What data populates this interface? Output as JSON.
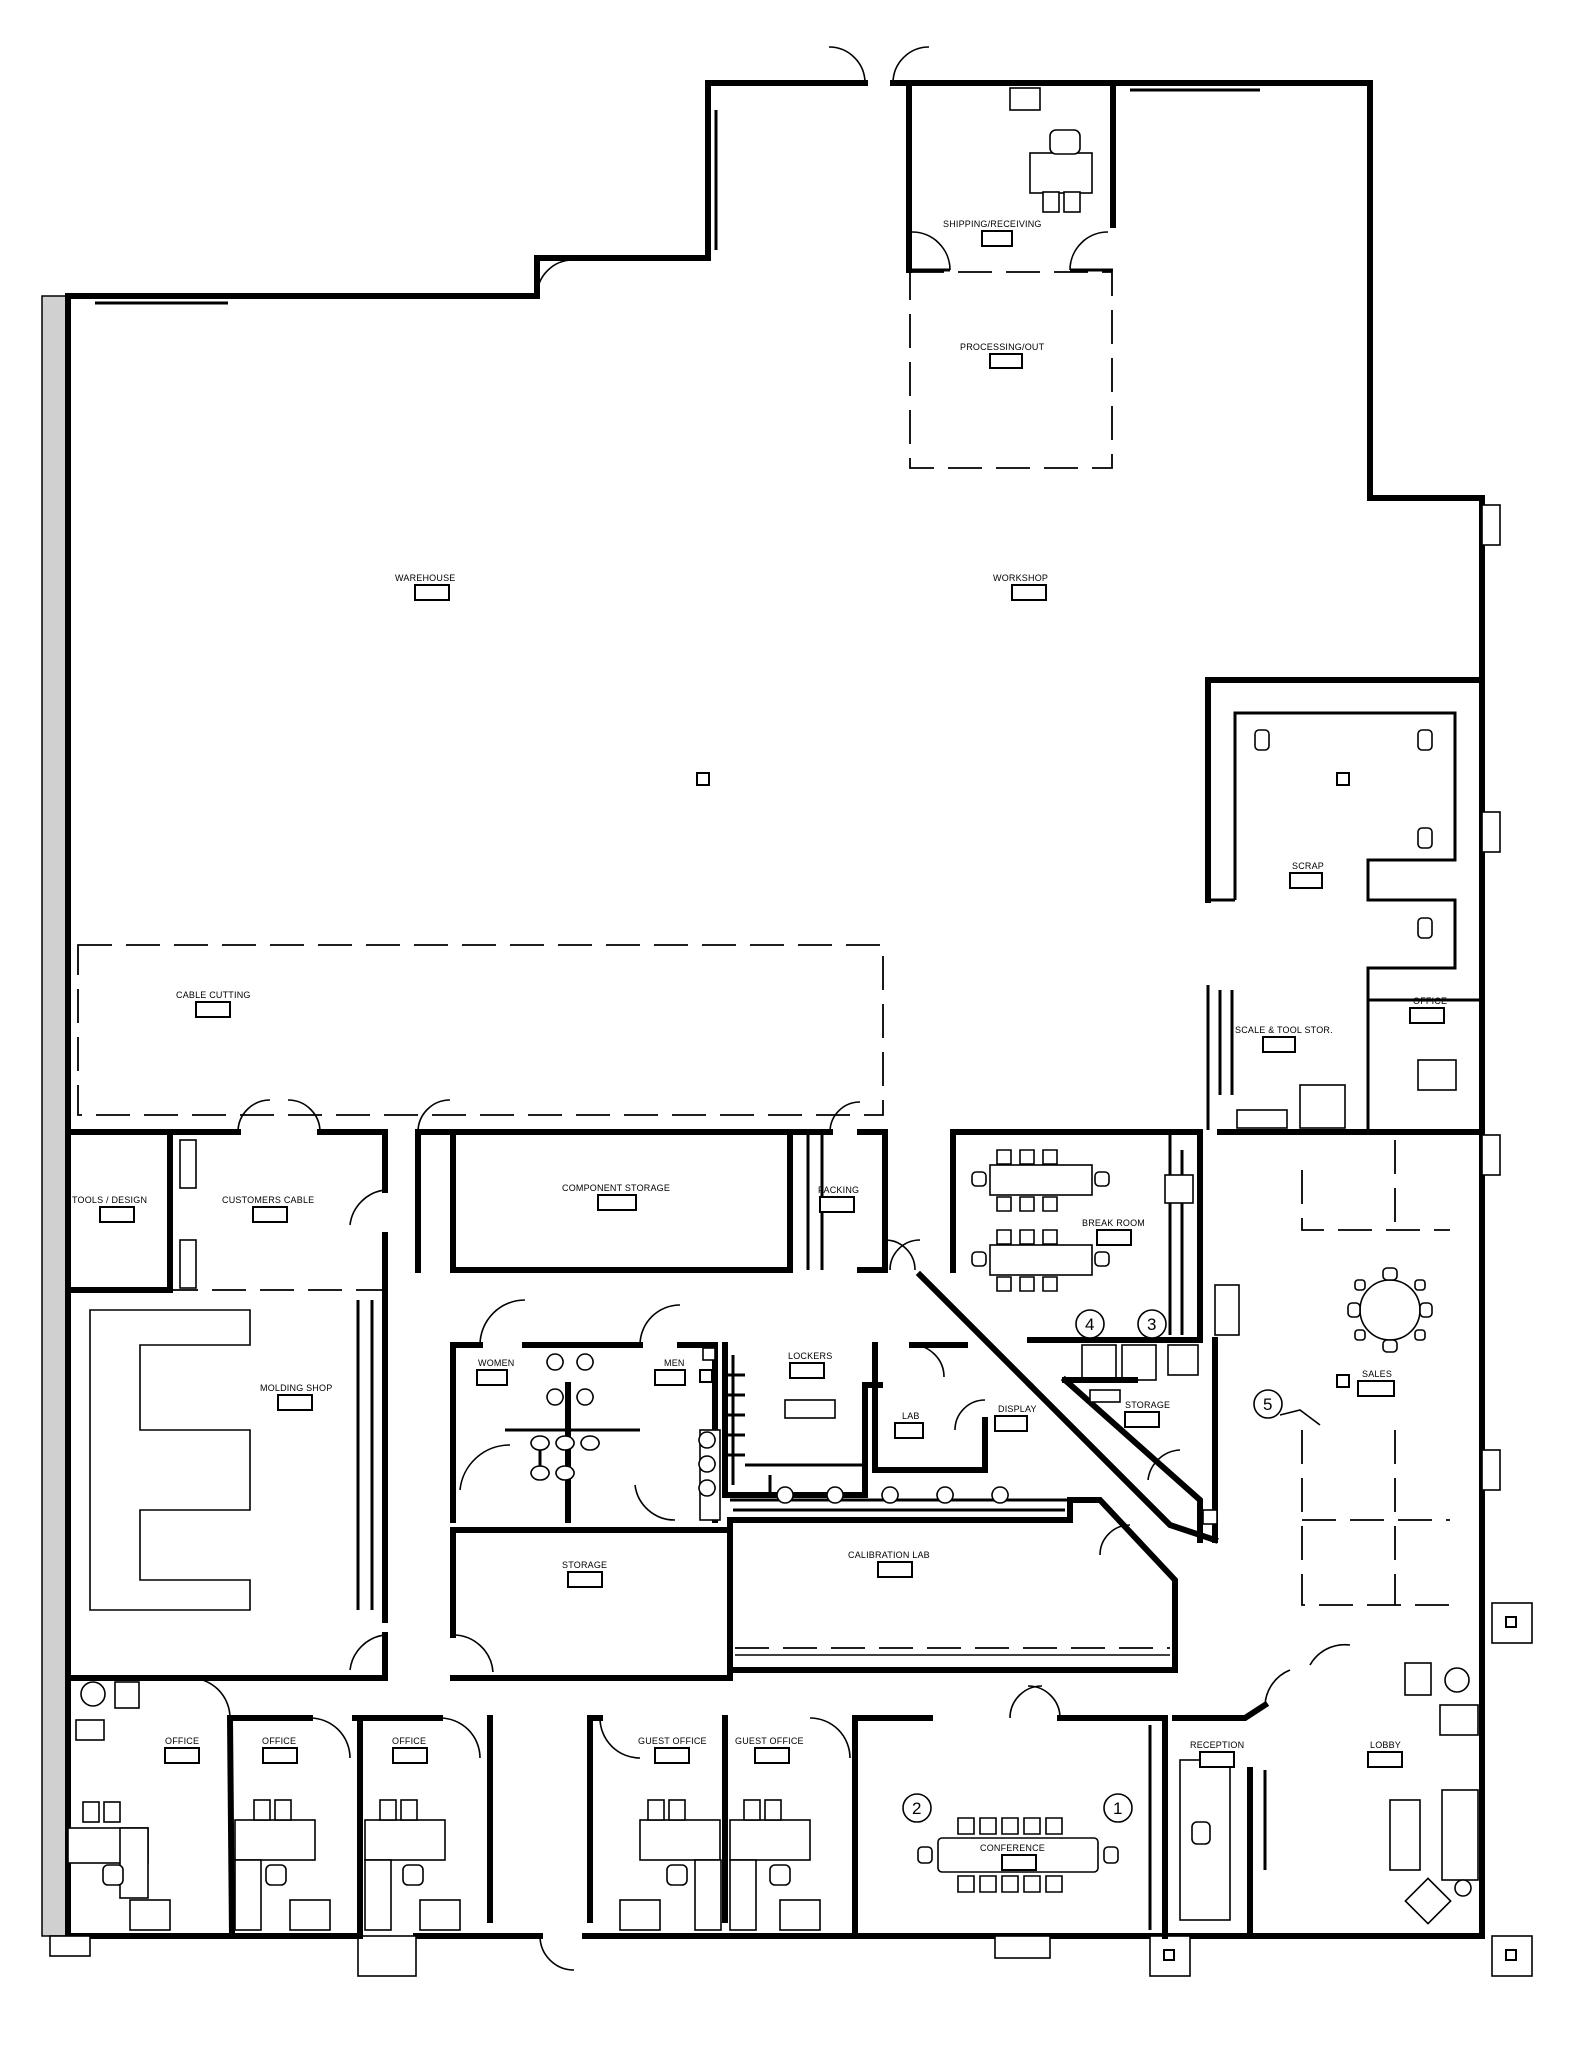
{
  "rooms": {
    "shipping": "SHIPPING/RECEIVING",
    "processing": "PROCESSING/OUT",
    "warehouse": "WAREHOUSE",
    "workshop": "WORKSHOP",
    "scrap": "SCRAP",
    "scale_tool": "SCALE & TOOL STOR.",
    "office_ne": "OFFICE",
    "cable_cutting": "CABLE CUTTING",
    "tools_design": "TOOLS / DESIGN",
    "customers_cable": "CUSTOMERS CABLE",
    "component_storage": "COMPONENT STORAGE",
    "packing": "PACKING",
    "break_room": "BREAK ROOM",
    "molding_shop": "MOLDING SHOP",
    "women": "WOMEN",
    "men": "MEN",
    "lockers": "LOCKERS",
    "lab": "LAB",
    "display": "DISPLAY",
    "storage_small": "STORAGE",
    "sales": "SALES",
    "storage": "STORAGE",
    "calibration_lab": "CALIBRATION LAB",
    "office_1": "OFFICE",
    "office_2": "OFFICE",
    "office_3": "OFFICE",
    "guest_office_1": "GUEST OFFICE",
    "guest_office_2": "GUEST OFFICE",
    "conference": "CONFERENCE",
    "reception": "RECEPTION",
    "lobby": "LOBBY"
  },
  "markers": {
    "m1": "1",
    "m2": "2",
    "m3": "3",
    "m4": "4",
    "m5": "5"
  },
  "colors": {
    "wall": "#000000",
    "background": "#ffffff",
    "exterior_column": "#d0d0d0"
  }
}
